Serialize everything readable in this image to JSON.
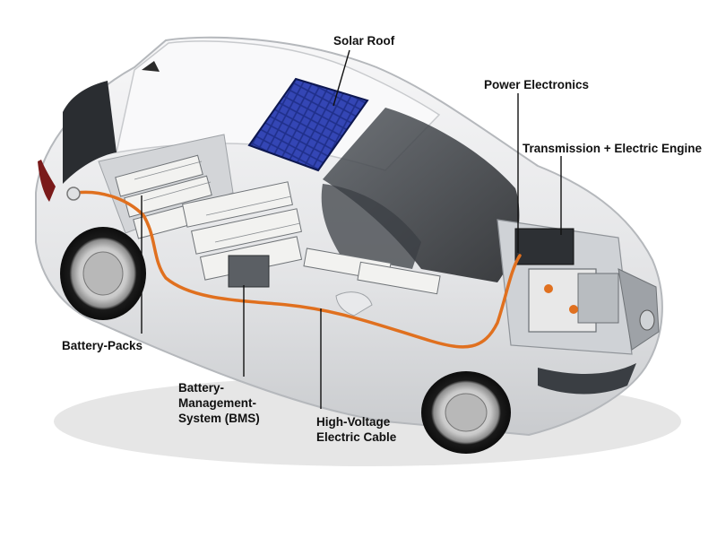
{
  "labels": {
    "solar_roof": "Solar Roof",
    "power_electronics": "Power Electronics",
    "transmission": "Transmission + Electric Engine",
    "battery_packs": "Battery-Packs",
    "bms": "Battery-\nManagement-\nSystem (BMS)",
    "cable": "High-Voltage\nElectric Cable"
  },
  "colors": {
    "car_body": "#e9eaec",
    "body_shadow": "#bfc2c6",
    "glass": "#2c2f33",
    "solar_panel": "#1f2f8a",
    "cable": "#e0701f",
    "battery_cell": "#f2f2f0",
    "callout_line": "#111111"
  }
}
